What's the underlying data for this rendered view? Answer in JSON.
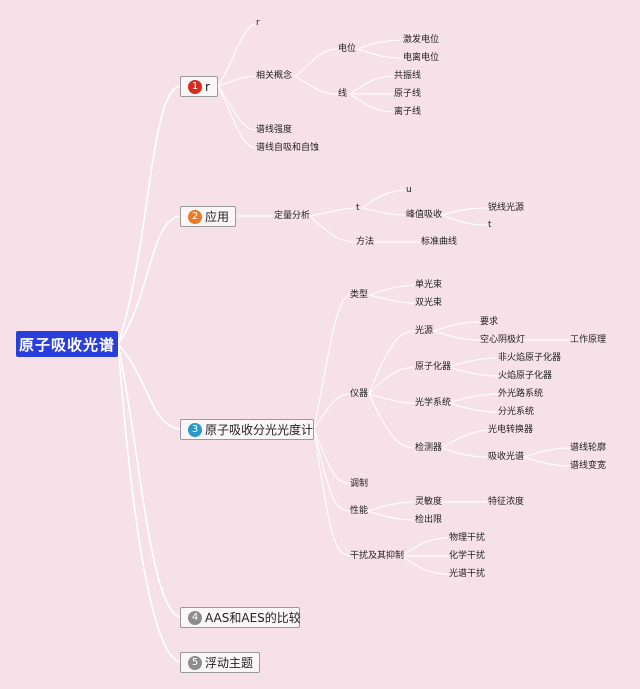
{
  "root": "原子吸收光谱",
  "colors": {
    "background": "#f7e1e9",
    "root_fill": "#2a3fd9",
    "edge": "#ffffff"
  },
  "branches": [
    {
      "badge": "1",
      "badge_color": "#d42a1f",
      "label": "r"
    },
    {
      "badge": "2",
      "badge_color": "#ea7a25",
      "label": "应用"
    },
    {
      "badge": "3",
      "badge_color": "#2a99c9",
      "label": "原子吸收分光光度计"
    },
    {
      "badge": "4",
      "badge_color": "#8d8d8d",
      "label": "AAS和AES的比较"
    },
    {
      "badge": "5",
      "badge_color": "#8d8d8d",
      "label": "浮动主题"
    }
  ],
  "b1": {
    "r": "r",
    "concept": "相关概念",
    "weiwei": "电位",
    "jifa": "激发电位",
    "dianli": "电离电位",
    "xian": "线",
    "gongzhen": "共振线",
    "yuanzi": "原子线",
    "lizi": "离子线",
    "qiangdu": "谱线强度",
    "zixi": "谱线自吸和自蚀"
  },
  "b2": {
    "dingliang": "定量分析",
    "t": "t",
    "u": "u",
    "fengzhi": "峰值吸收",
    "ruixian": "锐线光源",
    "t2": "t",
    "fangfa": "方法",
    "biaozhun": "标准曲线"
  },
  "b3": {
    "leixing": "类型",
    "danguang": "单光束",
    "shuangguang": "双光束",
    "yiqi": "仪器",
    "guangyuan": "光源",
    "yaoqiu": "要求",
    "kongxin": "空心阴极灯",
    "gongzuo": "工作原理",
    "yuanzihua": "原子化器",
    "feihuoyan": "非火焰原子化器",
    "huoyan": "火焰原子化器",
    "guangxue": "光学系统",
    "waiguanglu": "外光路系统",
    "fenguang": "分光系统",
    "jianceqi": "检测器",
    "guangdian": "光电转换器",
    "xishou": "吸收光谱",
    "lunkuo": "谱线轮廓",
    "biankuan": "谱线变宽",
    "tiaozhi": "调制",
    "xingneng": "性能",
    "lingmin": "灵敏度",
    "tezheng": "特征浓度",
    "jianchu": "检出限",
    "ganrao": "干扰及其抑制",
    "wuli": "物理干扰",
    "huaxue": "化学干扰",
    "guangpu": "光谱干扰"
  }
}
